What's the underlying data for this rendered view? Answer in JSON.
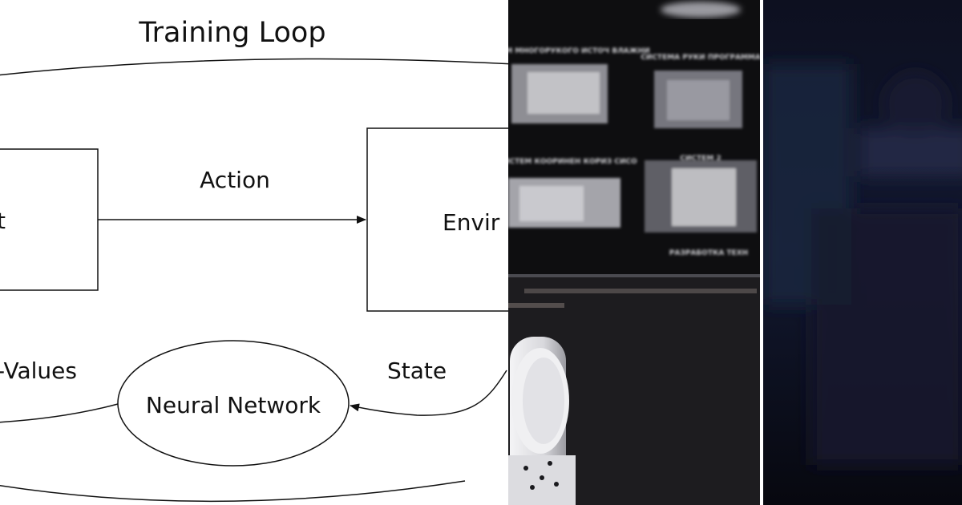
{
  "diagram": {
    "title": "Training Loop",
    "agent_label": "t",
    "environment_label": "Envir",
    "action_label": "Action",
    "state_label": "State",
    "qvalues_label": "-Values",
    "network_label": "Neural Network"
  },
  "photo_a": {
    "monitor_captions": [
      "СИСТЕМ МНОГОРУКОГО ИСТОЧ ВЛАЖНИ",
      "СИСТЕМА РУКИ ПРОГРАММА",
      "СИСТЕМ КООРИНЕН КОРИЗ СИСО",
      "СИСТЕМ 2",
      "РАЗРАБОТКА ТЕХН"
    ]
  },
  "colors": {
    "stroke": "#111111",
    "room_dark": "#1d1c1f",
    "screen_dark": "#0e0e10",
    "robot_white": "#e6e6e8",
    "night_blue": "#0b0c16"
  }
}
